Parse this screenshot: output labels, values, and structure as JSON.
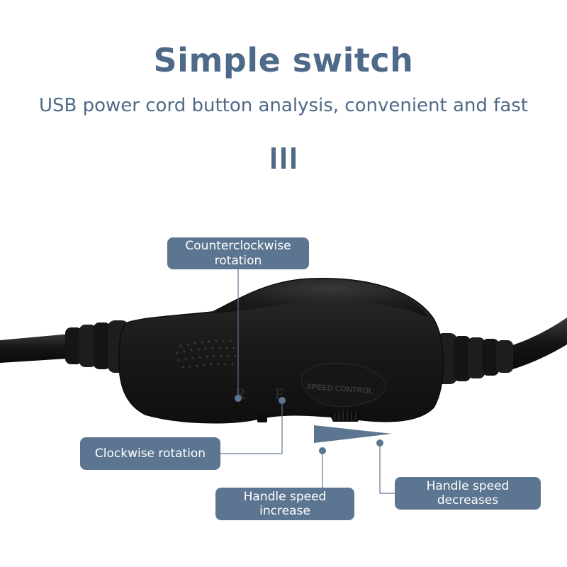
{
  "header": {
    "title": "Simple switch",
    "subtitle": "USB power cord button analysis, convenient and fast"
  },
  "device": {
    "engraving": "SPEED CONTROL",
    "switch_marks": [
      "R",
      "F"
    ]
  },
  "callouts": {
    "counterclockwise": [
      "Counterclockwise",
      "rotation"
    ],
    "clockwise": "Clockwise rotation",
    "speed_increase": "Handle speed increase",
    "speed_decrease": "Handle speed decreases"
  },
  "colors": {
    "accent": "#4f6a88",
    "label_bg": "#5c7590",
    "device": "#1c1c1c"
  }
}
